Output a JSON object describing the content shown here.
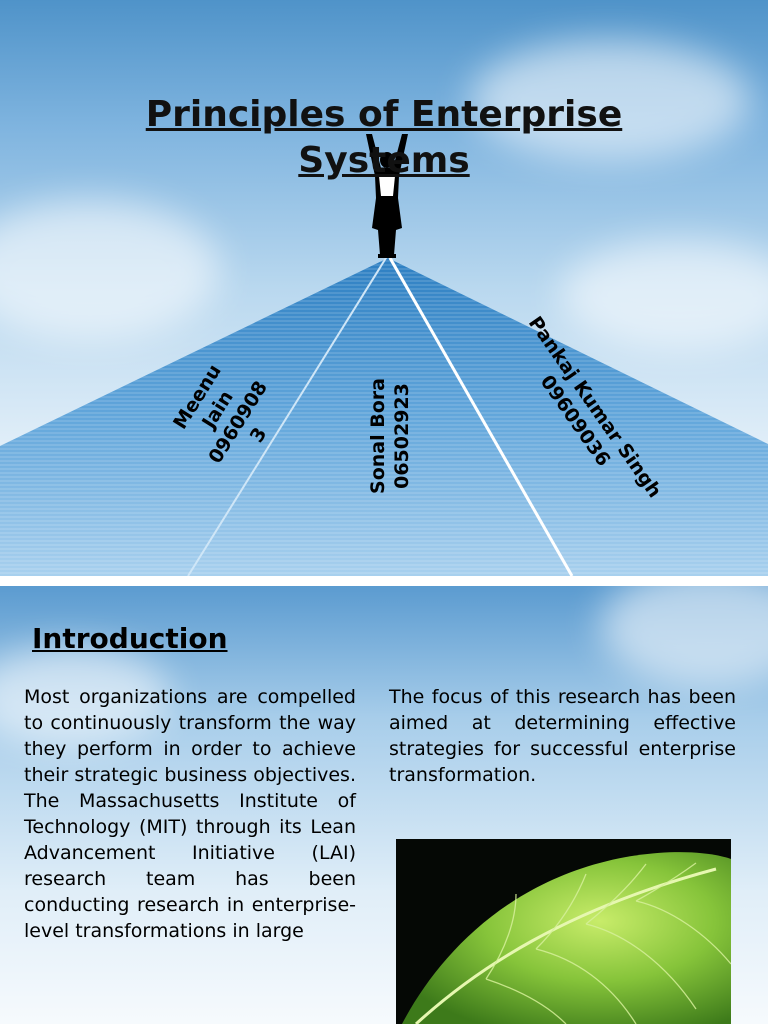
{
  "slide1": {
    "title_line1": "Principles of Enterprise",
    "title_line2": "Systems",
    "authors": [
      {
        "name": "Meenu Jain",
        "line1": "Meenu",
        "line2": "Jain",
        "line3": "0960908",
        "line4": "3"
      },
      {
        "name": "Sonal Bora",
        "line1": "Sonal Bora",
        "line2": "06502923"
      },
      {
        "name": "Pankaj Kumar Singh",
        "line1": "Pankaj Kumar Singh",
        "line2": "09609036"
      }
    ]
  },
  "slide2": {
    "heading": "Introduction",
    "left_text": "Most organizations are compelled to continuously transform the way they perform in order to achieve their strategic business objectives. The Massachusetts Institute of Technology (MIT) through its Lean Advancement Initiative (LAI) research team has been conducting research in enterprise-level transformations in large",
    "right_text": "The focus of this research has been aimed at determining effective strategies for successful enterprise transformation."
  },
  "colors": {
    "sky_top": "#4f93c9",
    "sky_bottom": "#f2f8fc",
    "pyramid_blue": "#3f8ecc",
    "leaf_green": "#8cc63f"
  },
  "icons": [
    "person-silhouette-icon",
    "leaf-icon"
  ]
}
